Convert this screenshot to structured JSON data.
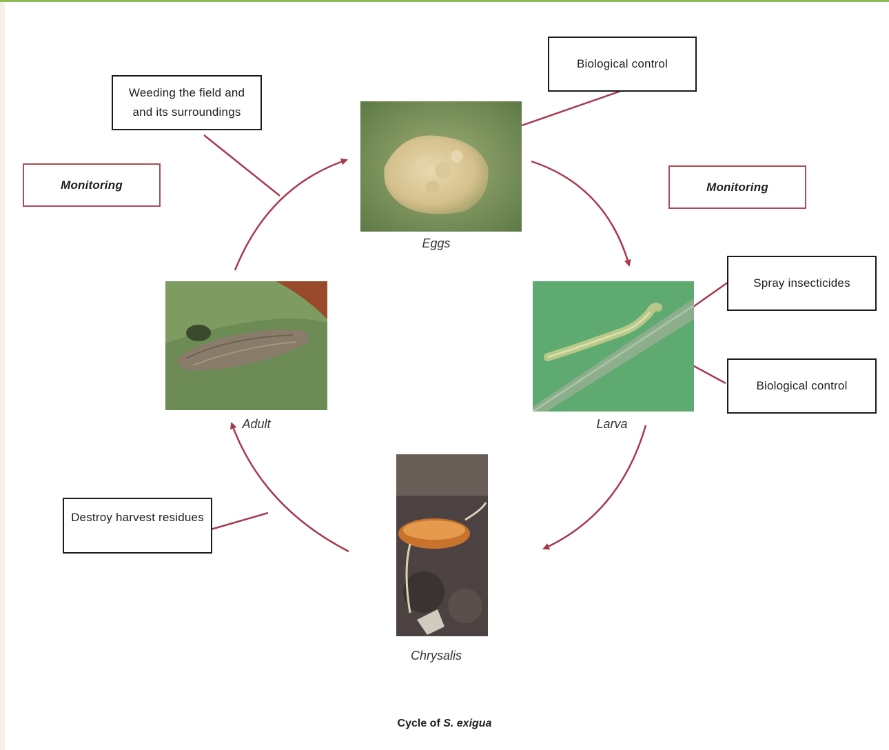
{
  "boxes": {
    "bio_top": "Biological control",
    "weeding": "Weeding the field and and its surroundings",
    "monitoring_left": "Monitoring",
    "monitoring_right": "Monitoring",
    "spray": "Spray insecticides",
    "bio_right": "Biological control",
    "destroy": "Destroy harvest residues"
  },
  "captions": {
    "eggs": "Eggs",
    "larva": "Larva",
    "adult": "Adult",
    "chrysalis": "Chrysalis"
  },
  "title": {
    "prefix": "Cycle of ",
    "species": "S. exigua"
  },
  "colors": {
    "arrow": "#a8384c",
    "monitoring_border": "#b04a55",
    "top_rule": "#8dbb5a"
  }
}
